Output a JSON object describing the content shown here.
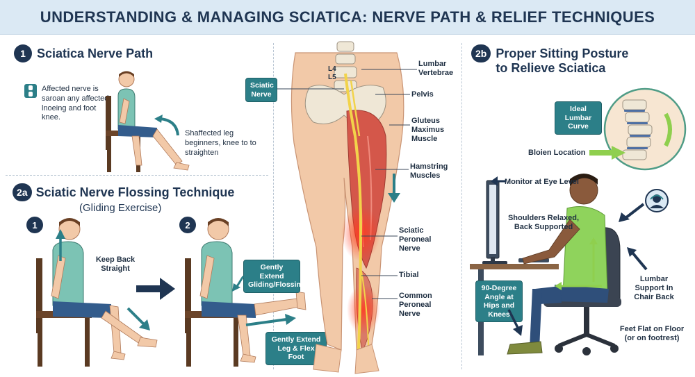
{
  "header": {
    "title": "UNDERSTANDING & MANAGING SCIATICA: NERVE PATH & RELIEF TECHNIQUES"
  },
  "section1": {
    "badge": "1",
    "title": "Sciatica Nerve Path",
    "note": "Affected nerve is saroan any affected lnoeing and foot knee.",
    "leg_note": "Shaffected leg beginners, knee to to straighten"
  },
  "section2a": {
    "badge": "2a",
    "title": "Sciatic Nerve Flossing Technique",
    "subtitle": "(Gliding Exercise)",
    "step1": "1",
    "step2": "2",
    "keep_back": "Keep Back Straight",
    "extend_glide": "Gently Extend Gliding/Flossing",
    "extend_leg": "Gently Extend Leg & Flex Foot"
  },
  "anatomy": {
    "sciatic_nerve": "Sciatic Nerve",
    "l4": "L4",
    "l5": "L5",
    "lumbar": "Lumbar Vertebrae",
    "pelvis": "Pelvis",
    "gluteus": "Gluteus Maximus Muscle",
    "hamstring": "Hamstring Muscles",
    "peroneal": "Sciatic Peroneal Nerve",
    "tibial": "Tibial",
    "common_peroneal": "Common Peroneal Nerve"
  },
  "section2b": {
    "badge": "2b",
    "title_line1": "Proper Sitting Posture",
    "title_line2": "to Relieve Sciatica",
    "ideal_curve": "Ideal Lumbar Curve",
    "location": "Bloien Location",
    "monitor": "Monitor at Eye Level",
    "shoulders": "Shoulders Relaxed, Back Supported",
    "angle": "90-Degree Angle at Hips and Knees",
    "lumbar_support": "Lumbar Support In Chair Back",
    "feet": "Feet Flat on Floor",
    "footrest": "(or on footrest)"
  },
  "colors": {
    "navy": "#1f3552",
    "teal": "#2c7f88",
    "nerve": "#f2d34a",
    "muscle": "#d4574a",
    "skin": "#f2c9a8",
    "shirt_teal": "#7cc3b4",
    "shirt_green": "#8fd35c",
    "arrow_green": "#8fcf4e"
  }
}
